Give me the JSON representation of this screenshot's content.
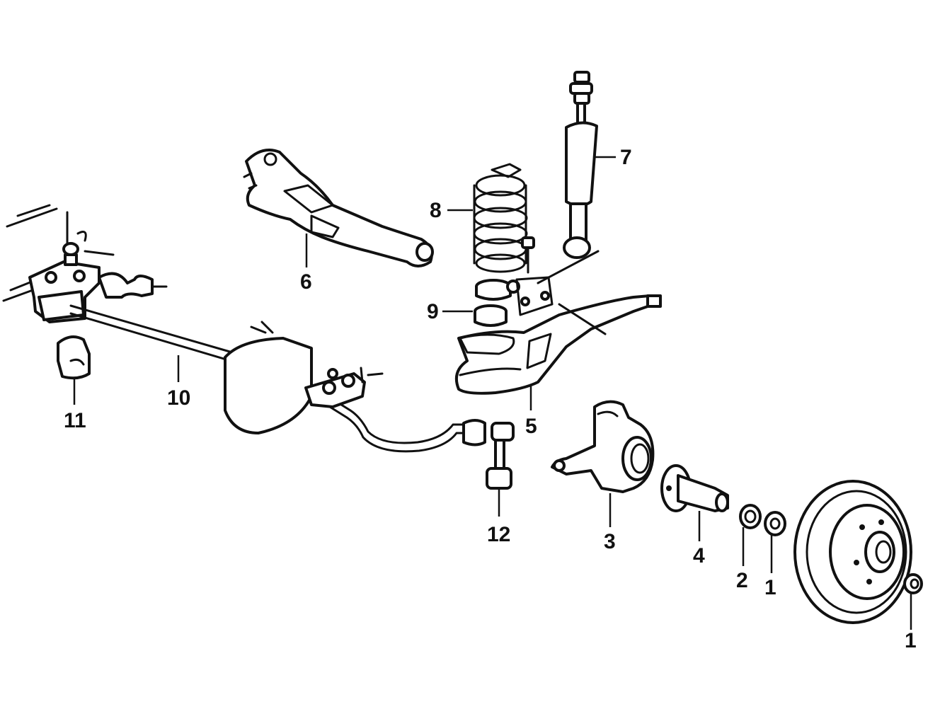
{
  "diagram": {
    "callouts": [
      {
        "id": "c1a",
        "label": "1"
      },
      {
        "id": "c1b",
        "label": "1"
      },
      {
        "id": "c2",
        "label": "2"
      },
      {
        "id": "c3",
        "label": "3"
      },
      {
        "id": "c4",
        "label": "4"
      },
      {
        "id": "c5",
        "label": "5"
      },
      {
        "id": "c6",
        "label": "6"
      },
      {
        "id": "c7",
        "label": "7"
      },
      {
        "id": "c8",
        "label": "8"
      },
      {
        "id": "c9",
        "label": "9"
      },
      {
        "id": "c10",
        "label": "10"
      },
      {
        "id": "c11",
        "label": "11"
      },
      {
        "id": "c12",
        "label": "12"
      }
    ]
  }
}
